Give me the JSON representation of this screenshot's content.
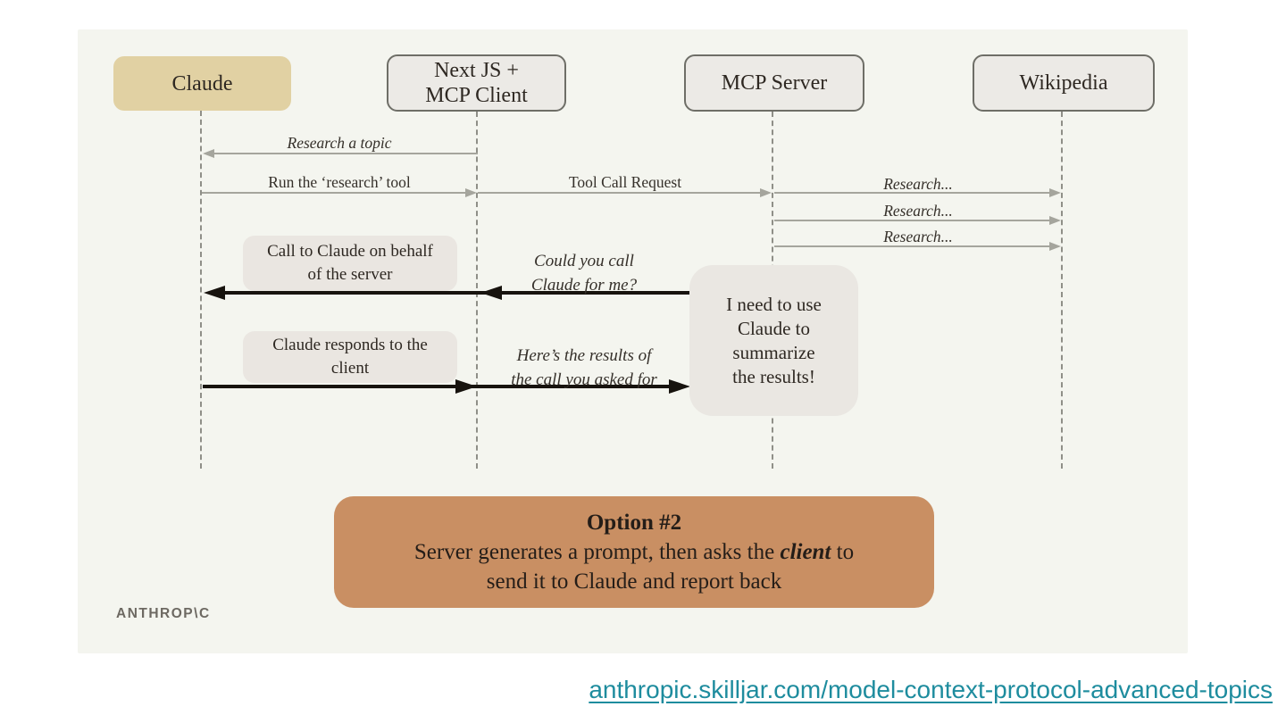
{
  "colors": {
    "slide_bg": "#f4f5ef",
    "claude_box": "#e1d1a3",
    "actor_box_bg": "#eceae6",
    "actor_box_border": "#6e6e67",
    "note_box_bg": "#eae6e1",
    "option_box_bg": "#c98f63",
    "gray_arrow": "#a5a59d",
    "black_arrow": "#17130e",
    "link_teal": "#1e8c9e"
  },
  "actors": [
    {
      "label": "Claude"
    },
    {
      "label": "Next JS +\nMCP Client"
    },
    {
      "label": "MCP Server"
    },
    {
      "label": "Wikipedia"
    }
  ],
  "messages": {
    "research_topic": "Research a topic",
    "run_tool": "Run the ‘research’ tool",
    "tool_call": "Tool Call Request",
    "research_1": "Research...",
    "research_2": "Research...",
    "research_3": "Research...",
    "could_you": "Could you call\nClaude for me?",
    "heres": "Here’s the results of\nthe call you asked for"
  },
  "notes": {
    "call_behalf": "Call to Claude on behalf\nof the server",
    "responds": "Claude responds to the\nclient",
    "i_need": "I need to use\nClaude to\nsummarize\nthe results!"
  },
  "option": {
    "title": "Option #2",
    "body_pre": "Server generates a prompt, then asks the ",
    "body_em": "client",
    "body_post": " to",
    "body_line2": "send it to Claude and report back"
  },
  "branding": {
    "logo": "ANTHROP\\C"
  },
  "footer": {
    "link": "anthropic.skilljar.com/model-context-protocol-advanced-topics"
  }
}
